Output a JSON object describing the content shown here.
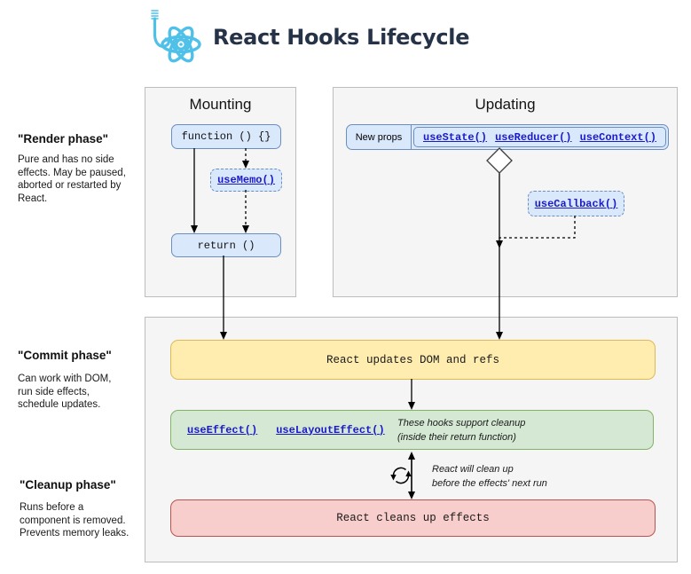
{
  "title": "React Hooks Lifecycle",
  "icons": {
    "logo": "react-atom-with-crochet-hook",
    "decision": "diamond-decision",
    "cleanup_cycle": "refresh-icon"
  },
  "phases": [
    {
      "name": "\"Render phase\"",
      "desc": "Pure and has no side\neffects. May be paused,\naborted or restarted by\nReact."
    },
    {
      "name": "\"Commit phase\"",
      "desc": "Can work with DOM,\nrun side effects,\nschedule updates."
    },
    {
      "name": "\"Cleanup phase\"",
      "desc": "Runs before a\ncomponent is removed.\nPrevents memory leaks."
    }
  ],
  "mounting": {
    "title": "Mounting",
    "function_label": "function () {}",
    "memo_link": "useMemo()",
    "return_label": "return ()"
  },
  "updating": {
    "title": "Updating",
    "new_props_label": "New props",
    "state_link": "useState()",
    "reducer_link": "useReducer()",
    "context_link": "useContext()",
    "callback_link": "useCallback()"
  },
  "commit_flow": {
    "dom_bar": "React updates DOM and refs",
    "effect_link": "useEffect()",
    "layout_effect_link": "useLayoutEffect()",
    "effects_note": "These hooks support cleanup\n(inside their return function)",
    "cleanup_note": "React will clean up\nbefore the effects' next run",
    "cleanup_bar": "React cleans up effects"
  },
  "colors": {
    "react_blue": "#4FC0E8",
    "title": "#253248",
    "node_fill": "#DAE8FC",
    "node_border": "#6C8EBF",
    "link": "#1A1AC8",
    "yellow_fill": "#FFECAF",
    "yellow_border": "#E0B955",
    "green_fill": "#D5E8D4",
    "green_border": "#82B366",
    "red_fill": "#F8CECC",
    "red_border": "#B85450",
    "panel_fill": "#F5F5F5",
    "panel_border": "#BDBDBD"
  }
}
